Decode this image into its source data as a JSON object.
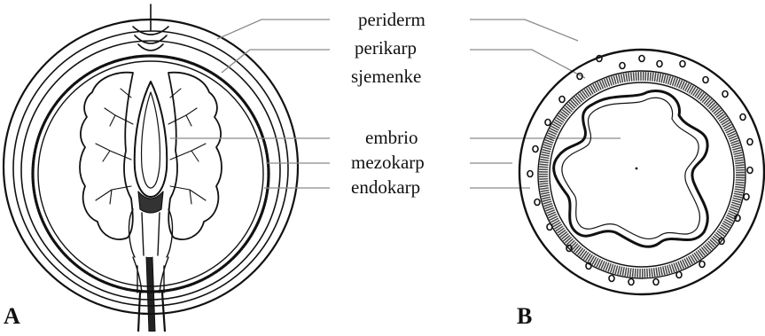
{
  "labels": {
    "periderm": "periderm",
    "perikarp": "perikarp",
    "sjemenke": "sjemenke",
    "embrio": "embrio",
    "mezokarp": "mezokarp",
    "endokarp": "endokarp"
  },
  "panels": {
    "a": "A",
    "b": "B"
  },
  "colors": {
    "ink": "#111111",
    "leader": "#8a8a8a",
    "paper": "#ffffff"
  }
}
